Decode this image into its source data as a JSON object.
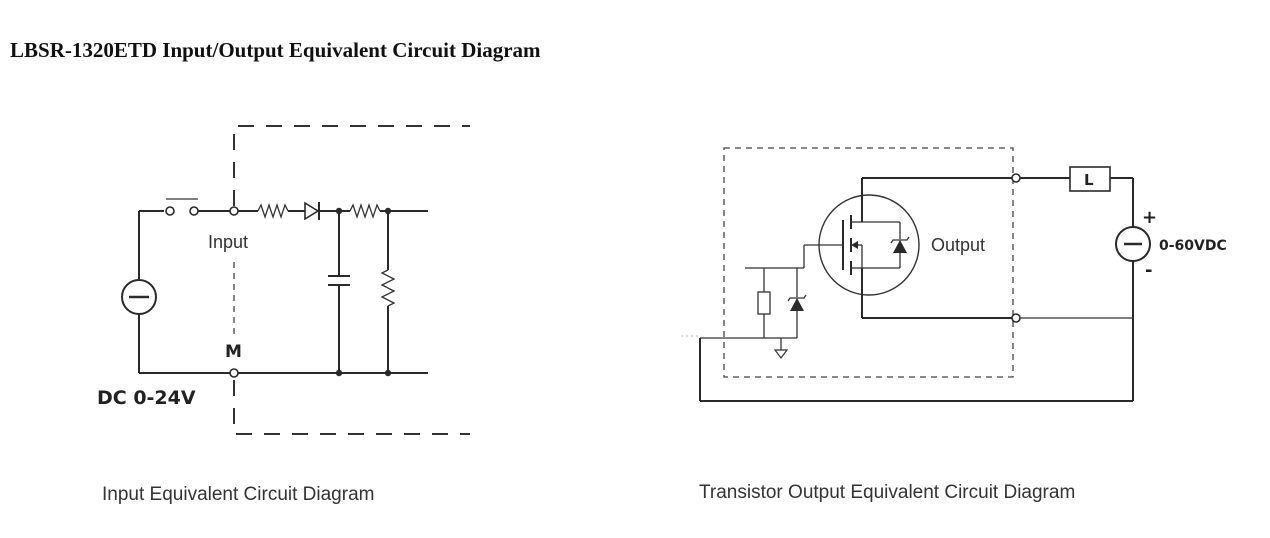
{
  "title": "LBSR-1320ETD Input/Output Equivalent Circuit Diagram",
  "input_diagram": {
    "caption": "Input Equivalent Circuit Diagram",
    "label_input": "Input",
    "label_m": "M",
    "label_source": "DC 0-24V"
  },
  "output_diagram": {
    "caption": "Transistor Output Equivalent Circuit Diagram",
    "label_output": "Output",
    "label_load": "L",
    "label_plus": "+",
    "label_minus": "-",
    "label_voltage": "0-60VDC"
  }
}
